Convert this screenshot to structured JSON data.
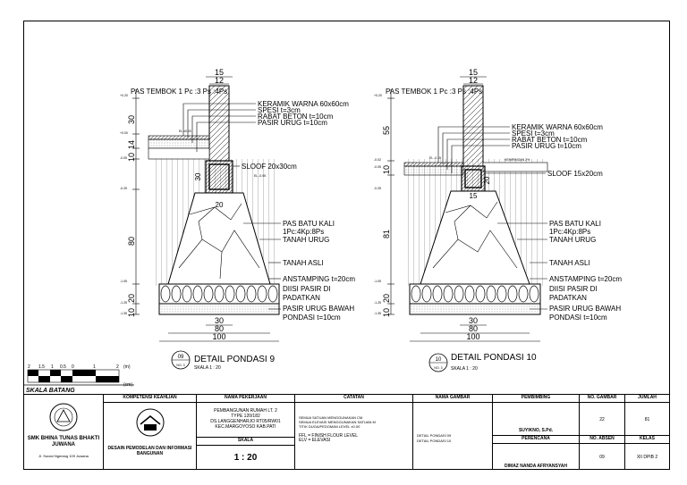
{
  "detail_a": {
    "top_dims": [
      "15",
      "12"
    ],
    "pas_tembok": "PAS TEMBOK 1 Pc :3 Ps :4Ps",
    "layers": [
      "KERAMIK WARNA 60x60cm",
      "SPESI t=3cm",
      "RABAT BETON t=10cm",
      "PASIR URUG t=10cm"
    ],
    "sloof": "SLOOF 20x30cm",
    "left_dims": [
      "30",
      "14",
      "10",
      "80",
      "20",
      "10"
    ],
    "sloof_dims": [
      "30",
      "20"
    ],
    "levels": [
      "+0.20",
      "+0.00",
      "-0.05",
      "-0.25",
      "-1.05",
      "-1.25",
      "-1.35"
    ],
    "small_levels": [
      "EL ±0.00",
      "EL -0.05"
    ],
    "lower_labels": [
      "PAS BATU KALI",
      "1Pc:4Kp:8Ps",
      "TANAH URUG",
      "TANAH ASLI",
      "ANSTAMPING t=20cm",
      "DIISI PASIR DI",
      "PADATKAN",
      "PASIR URUG BAWAH",
      "PONDASI t=10cm"
    ],
    "bottom_dims": [
      "30",
      "80",
      "100"
    ],
    "num": "09",
    "sheet": "NO. 3",
    "title": "DETAIL PONDASI 9",
    "scale": "SKALA   1 : 20"
  },
  "detail_b": {
    "top_dims": [
      "15",
      "12"
    ],
    "pas_tembok": "PAS TEMBOK 1 Pc :3 Ps :4Ps",
    "layers": [
      "KERAMIK WARNA 60x60cm",
      "SPESI t=3cm",
      "RABAT BETON t=10cm",
      "PASIR URUG t=10cm"
    ],
    "kemiringan": "KEMIRINGAN 2%",
    "sloof": "SLOOF 15x20cm",
    "left_dims": [
      "55",
      "10",
      "81",
      "20",
      "10"
    ],
    "sloof_dims": [
      "20",
      "15"
    ],
    "levels": [
      "+0.20",
      "-0.02",
      "-0.05",
      "-0.25",
      "-1.05",
      "-1.25",
      "-1.35"
    ],
    "small_levels": [
      "EL -0.15"
    ],
    "lower_labels": [
      "PAS BATU KALI",
      "1Pc:4Kp:8Ps",
      "TANAH URUG",
      "TANAH ASLI",
      "ANSTAMPING t=20cm",
      "DIISI PASIR DI",
      "PADATKAN",
      "PASIR URUG BAWAH",
      "PONDASI t=10cm"
    ],
    "bottom_dims": [
      "30",
      "80",
      "100"
    ],
    "num": "10",
    "sheet": "NO. 3",
    "title": "DETAIL PONDASI 10",
    "scale": "SKALA   1 : 20"
  },
  "scale_bar": {
    "ticks": [
      "2",
      "1.5",
      "1",
      "0.5",
      "0",
      "1",
      "2"
    ],
    "unit_m": "(m)",
    "unit_cm": "(cm)",
    "label": "SKALA BATANG"
  },
  "title_block": {
    "school": "SMK BHINA TUNAS BHAKTI JUWANA",
    "address": "Jl. Surani Ngerang 109 Juwana",
    "kompetensi_header": "KOMPETENSI KEAHLIAN",
    "kompetensi": "DESAIN PEMODELAN DAN INFORMASI BANGUNAN",
    "pekerjaan_header": "NAMA PEKERJAAN",
    "pekerjaan": [
      "PEMBANGUNAN  RUMAH LT. 2",
      "TYPE 120/182",
      "DS.LANGGENHARJO RT05/RW01",
      "KEC.MARGOYOSO KAB.PATI"
    ],
    "skala_header": "SKALA",
    "skala": "1 : 20",
    "catatan_header": "CATATAN",
    "catatan": [
      "SEMUA SATUAN MENGGUNAKAN CM",
      "SEMUA ELEVASI  MENGGUNAKAN SATUAN M",
      "TITIK DUGA/PEDOMAN LEVEL ±0.00"
    ],
    "catatan2": [
      "FFL = FINISH FLOUR LEVEL",
      "ELV = ELEVASI"
    ],
    "gambar_header": "NAMA GAMBAR",
    "gambar": [
      "DETAIL PONDASI 09",
      "DETAIL PONDASI 10"
    ],
    "pembimbing_header": "PEMBIMBING",
    "pembimbing": "SUYIKNO, S.Pd.",
    "perencana_header": "PERENCANA",
    "perencana": "DIMAZ NANDA AFRYANSYAH",
    "no_gambar_header": "NO. GAMBAR",
    "no_gambar": "22",
    "no_absen_header": "NO. ABSEN",
    "no_absen": "09",
    "jumlah_header": "JUMLAH",
    "jumlah": "81",
    "kelas_header": "KELAS",
    "kelas": "XII DPIB 2"
  }
}
